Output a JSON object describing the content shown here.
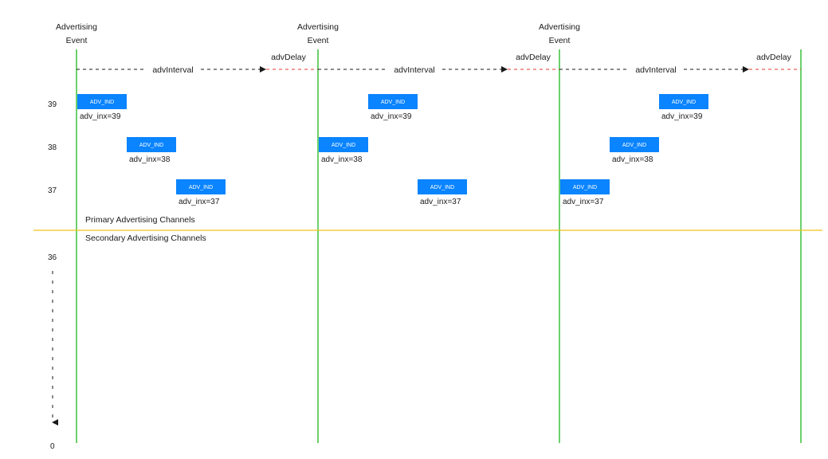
{
  "colors": {
    "event_line": "#3cc13c",
    "channel_divider": "#f2c31a",
    "pdu_fill": "#0a84ff",
    "pdu_text": "#ffffff",
    "interval_arrow": "#1a1a1a",
    "delay_arrow": "#e53935",
    "text": "#1a1a1a"
  },
  "events": [
    {
      "label_line1": "Advertising",
      "label_line2": "Event"
    },
    {
      "label_line1": "Advertising",
      "label_line2": "Event"
    },
    {
      "label_line1": "Advertising",
      "label_line2": "Event"
    }
  ],
  "timing": [
    {
      "interval_label": "advInterval",
      "delay_label": "advDelay"
    },
    {
      "interval_label": "advInterval",
      "delay_label": "advDelay"
    },
    {
      "interval_label": "advInterval",
      "delay_label": "advDelay"
    }
  ],
  "channel_axis": {
    "labels": [
      "39",
      "38",
      "37",
      "36",
      "0"
    ]
  },
  "pdus": [
    {
      "type": "ADV_IND",
      "caption": "adv_inx=39",
      "channel": "39",
      "event": 1
    },
    {
      "type": "ADV_IND",
      "caption": "adv_inx=38",
      "channel": "38",
      "event": 1
    },
    {
      "type": "ADV_IND",
      "caption": "adv_inx=37",
      "channel": "37",
      "event": 1
    },
    {
      "type": "ADV_IND",
      "caption": "adv_inx=39",
      "channel": "39",
      "event": 2
    },
    {
      "type": "ADV_IND",
      "caption": "adv_inx=38",
      "channel": "38",
      "event": 2
    },
    {
      "type": "ADV_IND",
      "caption": "adv_inx=37",
      "channel": "37",
      "event": 2
    },
    {
      "type": "ADV_IND",
      "caption": "adv_inx=39",
      "channel": "39",
      "event": 3
    },
    {
      "type": "ADV_IND",
      "caption": "adv_inx=38",
      "channel": "38",
      "event": 3
    },
    {
      "type": "ADV_IND",
      "caption": "adv_inx=37",
      "channel": "37",
      "event": 3
    }
  ],
  "regions": {
    "primary_label": "Primary Advertising Channels",
    "secondary_label": "Secondary Advertising Channels"
  }
}
